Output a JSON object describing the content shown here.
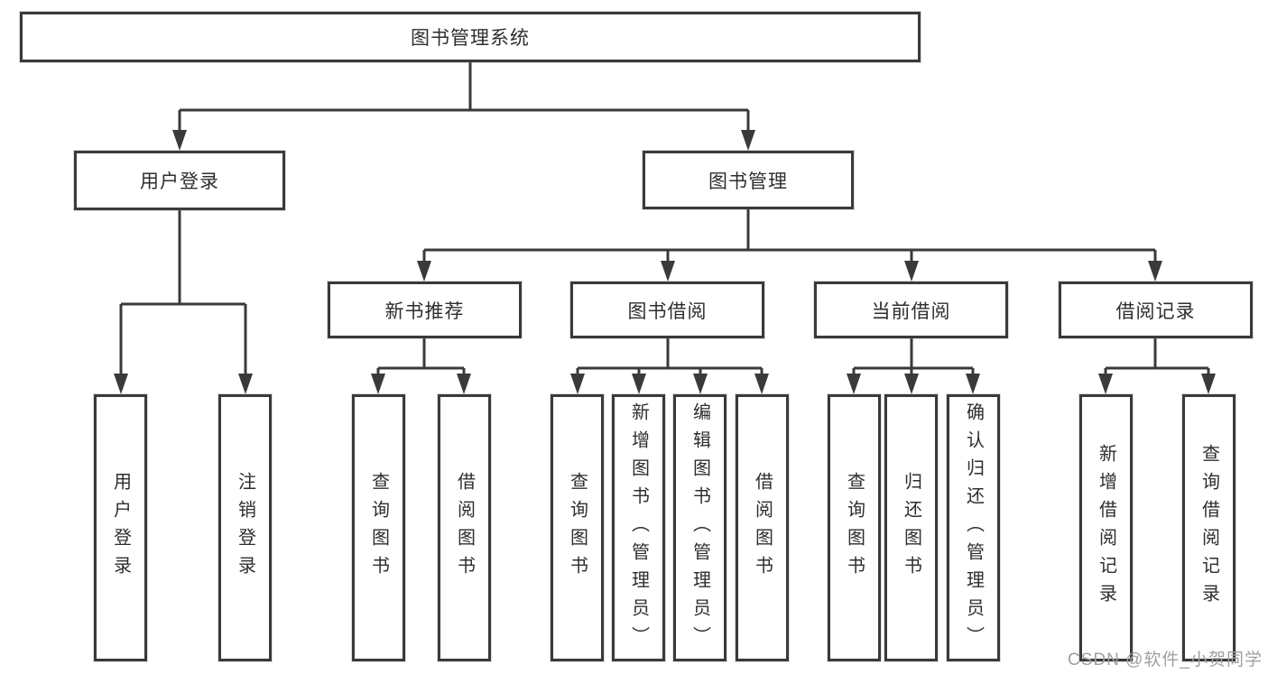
{
  "colors": {
    "background": "#ffffff",
    "line": "#3a3a3a",
    "box_border": "#3a3a3a",
    "text": "#2e2e2e",
    "watermark": "#9fa0a4"
  },
  "tree": {
    "label": "图书管理系统",
    "children": [
      {
        "label": "用户登录",
        "children": [
          {
            "label": "用户登录"
          },
          {
            "label": "注销登录"
          }
        ]
      },
      {
        "label": "图书管理",
        "children": [
          {
            "label": "新书推荐",
            "children": [
              {
                "label": "查询图书"
              },
              {
                "label": "借阅图书"
              }
            ]
          },
          {
            "label": "图书借阅",
            "children": [
              {
                "label": "查询图书"
              },
              {
                "label": "新增图书（管理员）"
              },
              {
                "label": "编辑图书（管理员）"
              },
              {
                "label": "借阅图书"
              }
            ]
          },
          {
            "label": "当前借阅",
            "children": [
              {
                "label": "查询图书"
              },
              {
                "label": "归还图书"
              },
              {
                "label": "确认归还（管理员）"
              }
            ]
          },
          {
            "label": "借阅记录",
            "children": [
              {
                "label": "新增借阅记录"
              },
              {
                "label": "查询借阅记录"
              }
            ]
          }
        ]
      }
    ]
  },
  "watermark": {
    "text": "CSDN @软件_小贺同学"
  }
}
